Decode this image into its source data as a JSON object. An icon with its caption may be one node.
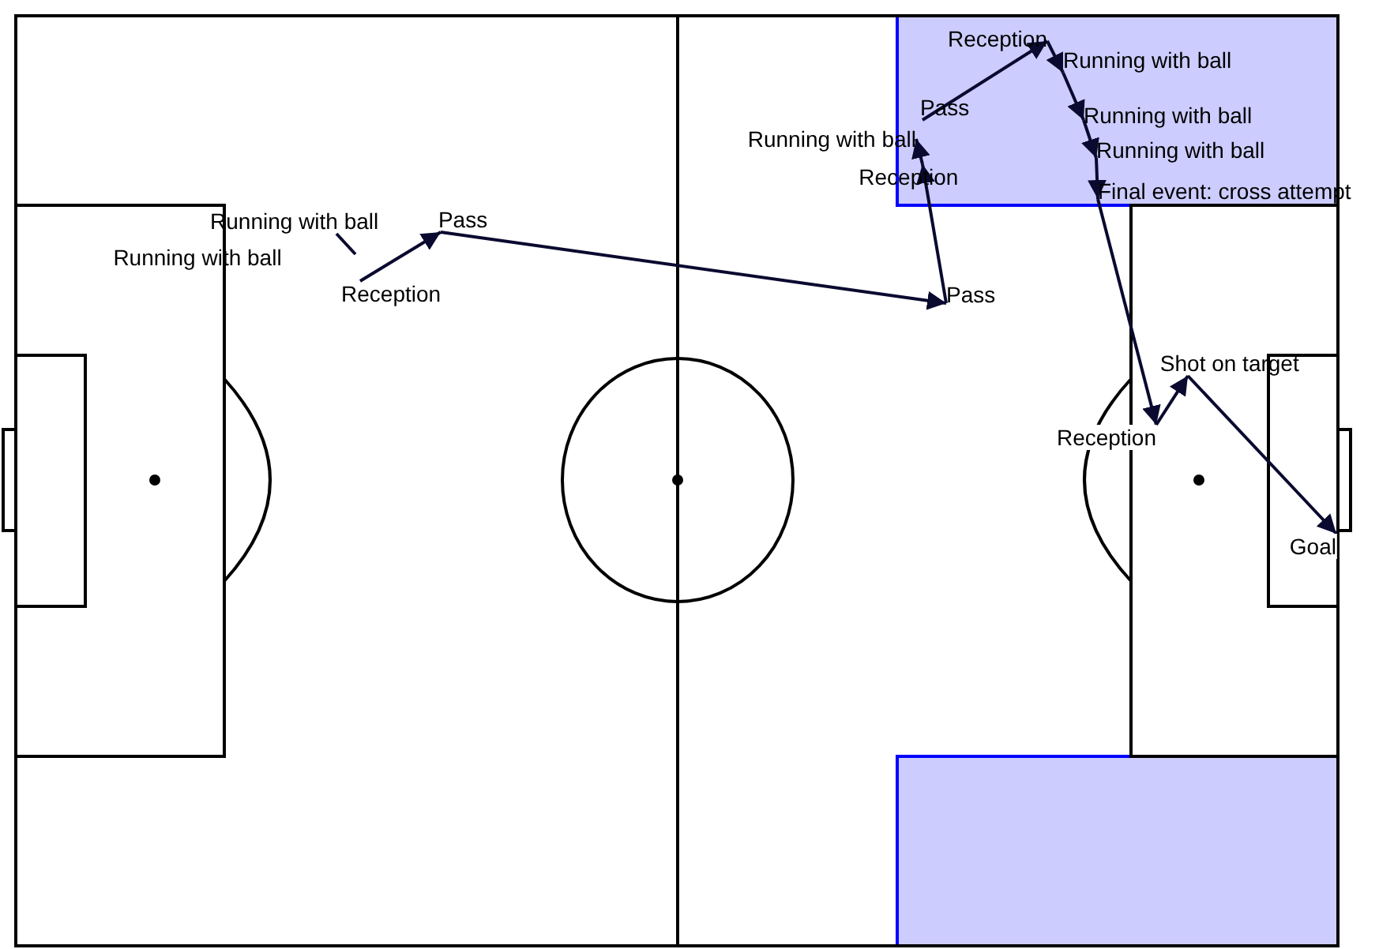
{
  "diagram": {
    "nodes": [
      {
        "text": [
          "Running with ball"
        ]
      },
      {
        "text": [
          "Reception"
        ]
      },
      {
        "text": [
          "Pass"
        ]
      },
      {
        "text": [
          "Pass"
        ]
      },
      {
        "text": [
          "Reception"
        ]
      },
      {
        "text": [
          "Running with ball"
        ]
      },
      {
        "text": [
          "Pass"
        ]
      },
      {
        "text": [
          "Reception"
        ]
      },
      {
        "text": [
          "Running with ball"
        ]
      },
      {
        "text": [
          "Running with ball"
        ]
      },
      {
        "text": [
          "Running with ball"
        ]
      },
      {
        "text": [
          "Final event: cross attempt"
        ]
      },
      {
        "text": [
          "Reception"
        ]
      },
      {
        "text": [
          "Shot on target"
        ]
      },
      {
        "text": [
          "Goal"
        ]
      }
    ],
    "edges": [
      {
        "from": 1,
        "to": 2,
        "arrow": "to"
      },
      {
        "from": 2,
        "to": 3,
        "arrow": "to"
      },
      {
        "from": 3,
        "to": 4,
        "arrow": "to"
      },
      {
        "from": 4,
        "to": 5,
        "arrow": "to"
      },
      {
        "from": 6,
        "to": 7,
        "arrow": "to"
      },
      {
        "from": 7,
        "to": 8,
        "arrow": "to"
      },
      {
        "from": 8,
        "to": 9,
        "arrow": "to"
      },
      {
        "from": 9,
        "to": 10,
        "arrow": "to"
      },
      {
        "from": 10,
        "to": 11,
        "arrow": "to"
      },
      {
        "from": 11,
        "to": 12,
        "arrow": "to"
      },
      {
        "from": 12,
        "to": 13,
        "arrow": "to"
      },
      {
        "from": 13,
        "to": 14,
        "arrow": "to"
      },
      {
        "from": 0,
        "to": null,
        "arrow": "none"
      }
    ],
    "labels": [
      "Running with ball"
    ]
  }
}
